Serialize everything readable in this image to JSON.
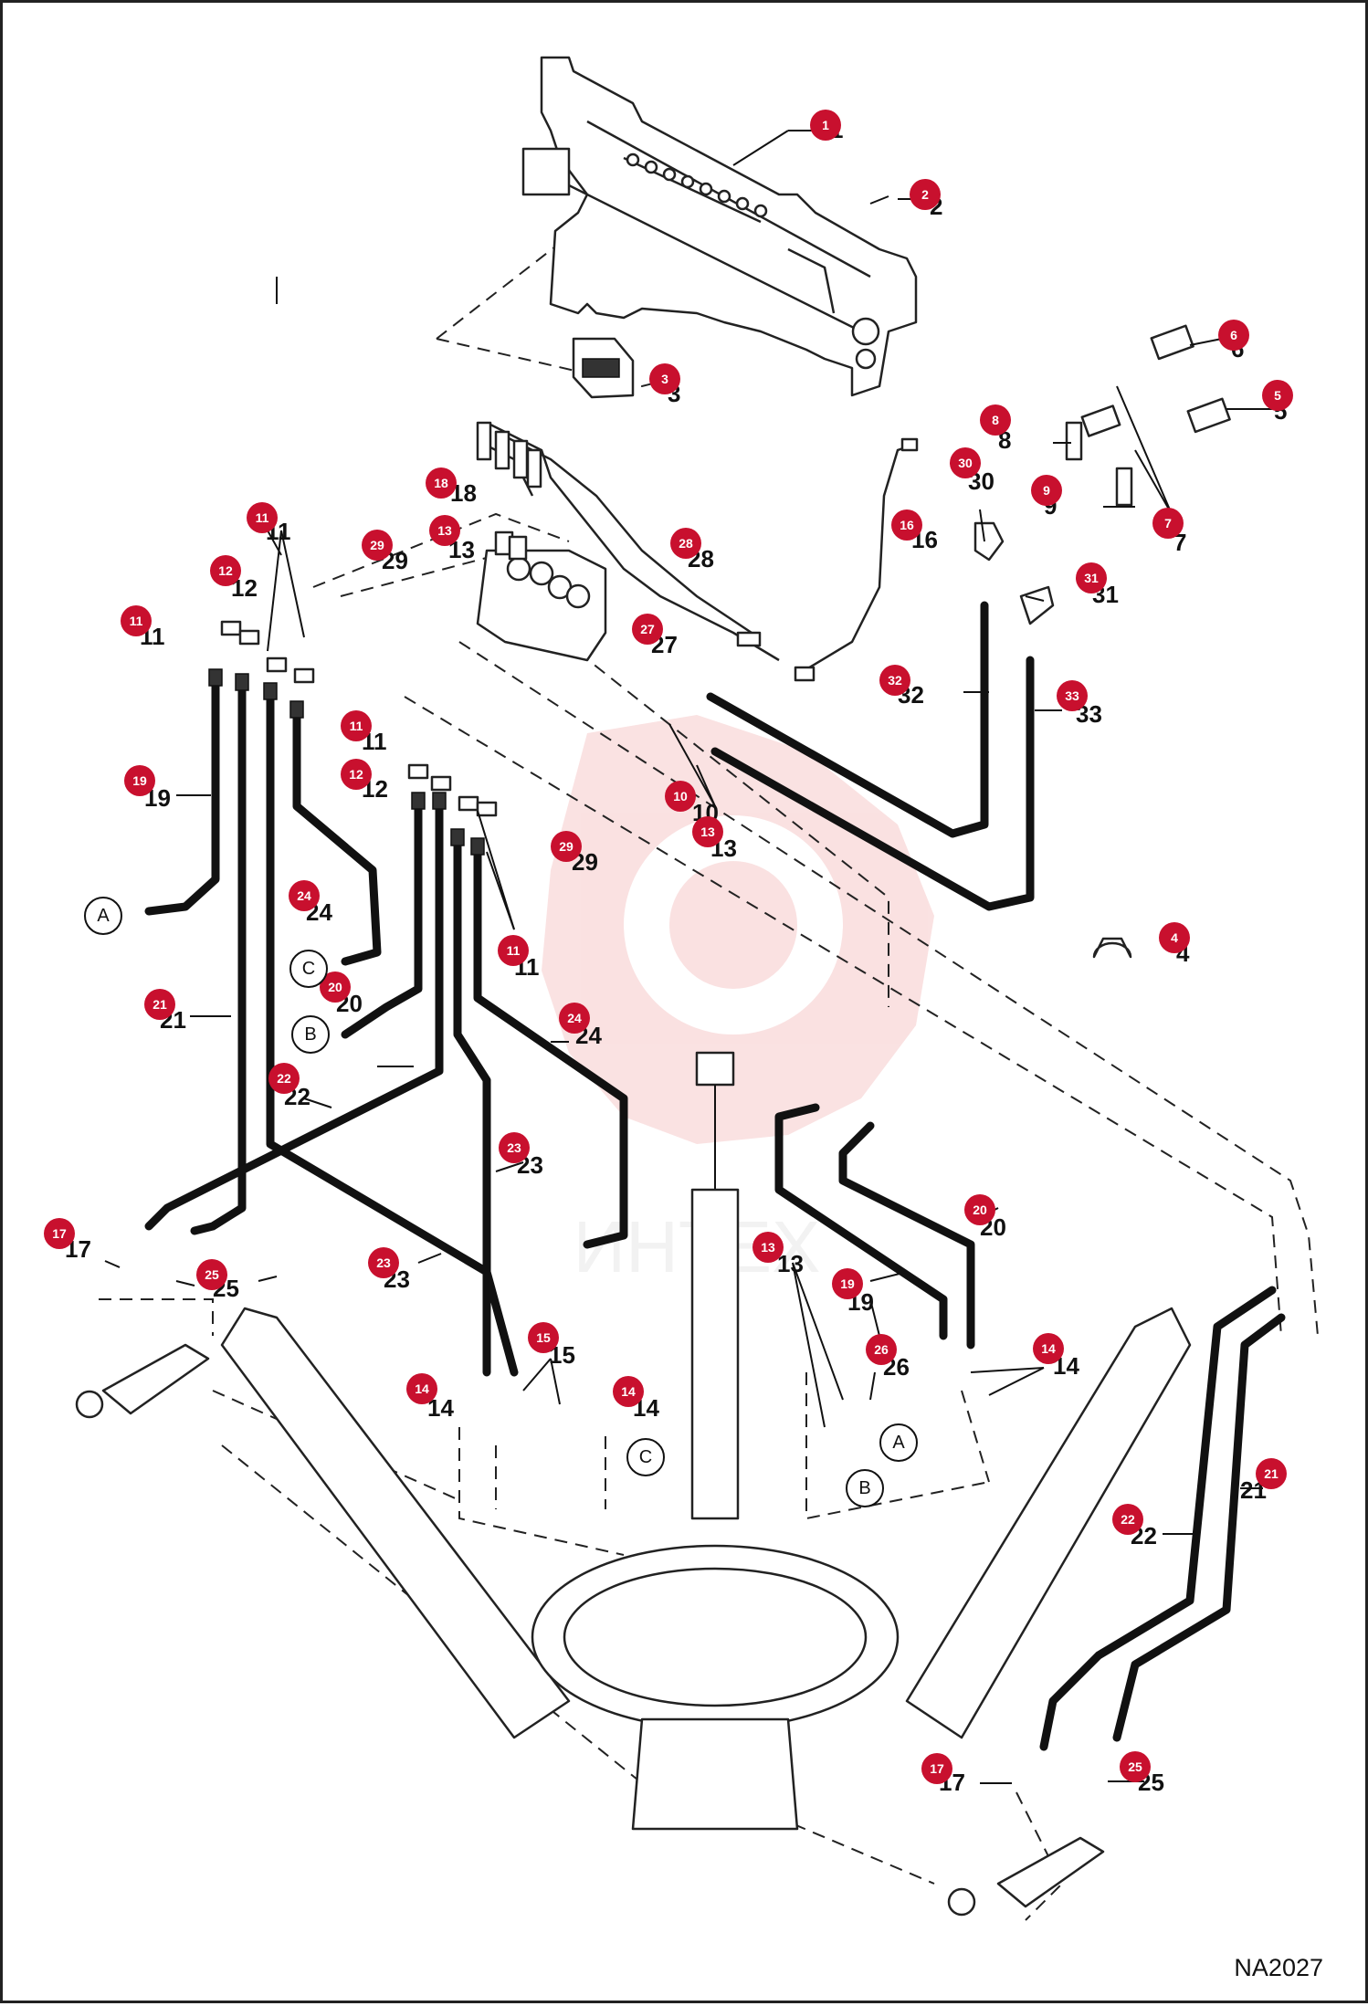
{
  "drawing_code": "NA2027",
  "watermark": "ИНТЕХ",
  "colors": {
    "badge": "#c8102e",
    "line": "#111111",
    "watermark": "#f4c7c7"
  },
  "callouts": [
    {
      "id": "1",
      "label": "1"
    },
    {
      "id": "2",
      "label": "2"
    },
    {
      "id": "3",
      "label": "3"
    },
    {
      "id": "4",
      "label": "4"
    },
    {
      "id": "5",
      "label": "5"
    },
    {
      "id": "6",
      "label": "6"
    },
    {
      "id": "7",
      "label": "7"
    },
    {
      "id": "8",
      "label": "8"
    },
    {
      "id": "9",
      "label": "9"
    },
    {
      "id": "10",
      "label": "10"
    },
    {
      "id": "11a",
      "label": "11"
    },
    {
      "id": "11b",
      "label": "11"
    },
    {
      "id": "11c",
      "label": "11"
    },
    {
      "id": "11d",
      "label": "11"
    },
    {
      "id": "12a",
      "label": "12"
    },
    {
      "id": "12b",
      "label": "12"
    },
    {
      "id": "13a",
      "label": "13"
    },
    {
      "id": "13b",
      "label": "13"
    },
    {
      "id": "13c",
      "label": "13"
    },
    {
      "id": "14a",
      "label": "14"
    },
    {
      "id": "14b",
      "label": "14"
    },
    {
      "id": "14c",
      "label": "14"
    },
    {
      "id": "15",
      "label": "15"
    },
    {
      "id": "16",
      "label": "16"
    },
    {
      "id": "17a",
      "label": "17"
    },
    {
      "id": "17b",
      "label": "17"
    },
    {
      "id": "18",
      "label": "18"
    },
    {
      "id": "19a",
      "label": "19"
    },
    {
      "id": "19b",
      "label": "19"
    },
    {
      "id": "20a",
      "label": "20"
    },
    {
      "id": "20b",
      "label": "20"
    },
    {
      "id": "21a",
      "label": "21"
    },
    {
      "id": "21b",
      "label": "21"
    },
    {
      "id": "22a",
      "label": "22"
    },
    {
      "id": "22b",
      "label": "22"
    },
    {
      "id": "23a",
      "label": "23"
    },
    {
      "id": "23b",
      "label": "23"
    },
    {
      "id": "24a",
      "label": "24"
    },
    {
      "id": "24b",
      "label": "24"
    },
    {
      "id": "25a",
      "label": "25"
    },
    {
      "id": "25b",
      "label": "25"
    },
    {
      "id": "26",
      "label": "26"
    },
    {
      "id": "27",
      "label": "27"
    },
    {
      "id": "28",
      "label": "28"
    },
    {
      "id": "29a",
      "label": "29"
    },
    {
      "id": "29b",
      "label": "29"
    },
    {
      "id": "30",
      "label": "30"
    },
    {
      "id": "31",
      "label": "31"
    },
    {
      "id": "32",
      "label": "32"
    },
    {
      "id": "33",
      "label": "33"
    }
  ],
  "connectors": [
    {
      "id": "A1",
      "label": "A"
    },
    {
      "id": "B1",
      "label": "B"
    },
    {
      "id": "C1",
      "label": "C"
    },
    {
      "id": "A2",
      "label": "A"
    },
    {
      "id": "B2",
      "label": "B"
    },
    {
      "id": "C2",
      "label": "C"
    }
  ]
}
